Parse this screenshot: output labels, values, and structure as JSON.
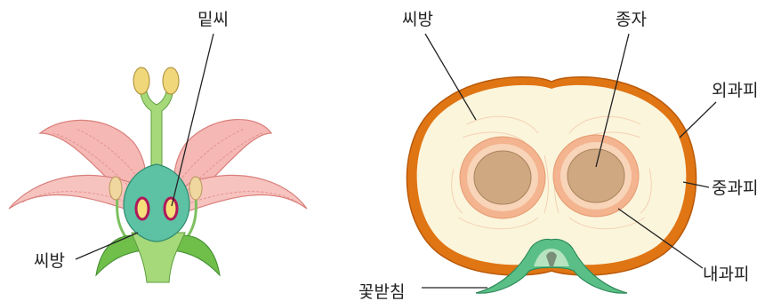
{
  "flower": {
    "labels": {
      "ovule": "밑씨",
      "ovary": "씨방"
    }
  },
  "fruit": {
    "labels": {
      "ovary": "씨방",
      "seed": "종자",
      "exocarp": "외과피",
      "mesocarp": "중과피",
      "endocarp": "내과피",
      "receptacle": "꽃받침"
    }
  },
  "colors": {
    "petal": "#f5b8b4",
    "petal_vein": "#e08a86",
    "stem_green": "#8fcf6a",
    "ovary_teal": "#5cc2a3",
    "anther": "#f0d77a",
    "ovule_red": "#b0185a",
    "exocarp": "#e07514",
    "mesocarp": "#fbf5dc",
    "endocarp": "#f3b48f",
    "seed": "#cfa882",
    "receptacle": "#5abf86"
  }
}
